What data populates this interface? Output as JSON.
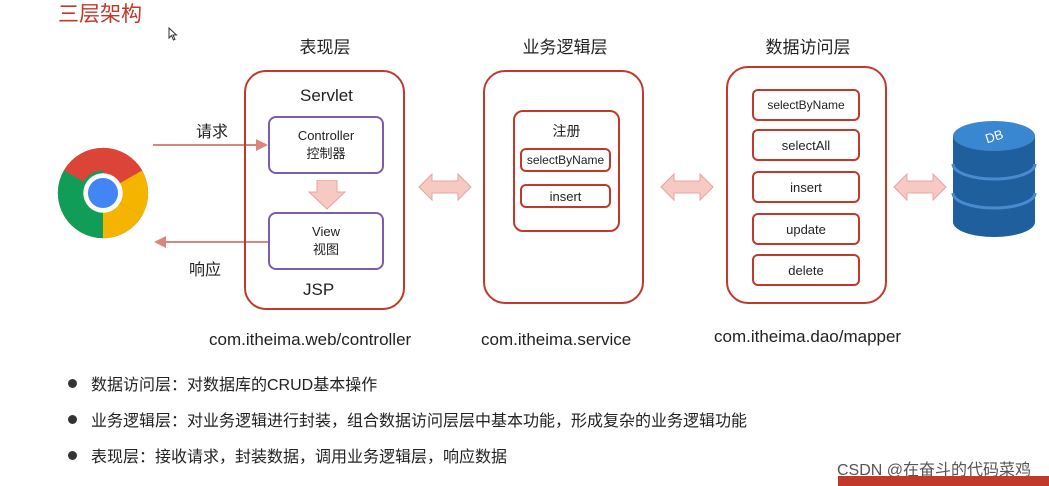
{
  "title": "三层架构",
  "layers": {
    "presentation": {
      "label": "表现层",
      "servlet": "Servlet",
      "jsp": "JSP",
      "controller": [
        "Controller",
        "控制器"
      ],
      "view": [
        "View",
        "视图"
      ],
      "package": "com.itheima.web/controller"
    },
    "business": {
      "label": "业务逻辑层",
      "inner_title": "注册",
      "methods": [
        "selectByName",
        "insert"
      ],
      "package": "com.itheima.service"
    },
    "data": {
      "label": "数据访问层",
      "methods": [
        "selectByName",
        "selectAll",
        "insert",
        "update",
        "delete"
      ],
      "package": "com.itheima.dao/mapper"
    }
  },
  "flow": {
    "request": "请求",
    "response": "响应"
  },
  "db_label": "DB",
  "bullets": [
    "数据访问层：对数据库的CRUD基本操作",
    "业务逻辑层：对业务逻辑进行封装，组合数据访问层层中基本功能，形成复杂的业务逻辑功能",
    "表现层：接收请求，封装数据，调用业务逻辑层，响应数据"
  ],
  "watermark": "CSDN @在奋斗的代码菜鸡",
  "colors": {
    "accent": "#c0392b",
    "purple": "#7b5ea7",
    "arrow_fill": "#f6c9c3"
  }
}
